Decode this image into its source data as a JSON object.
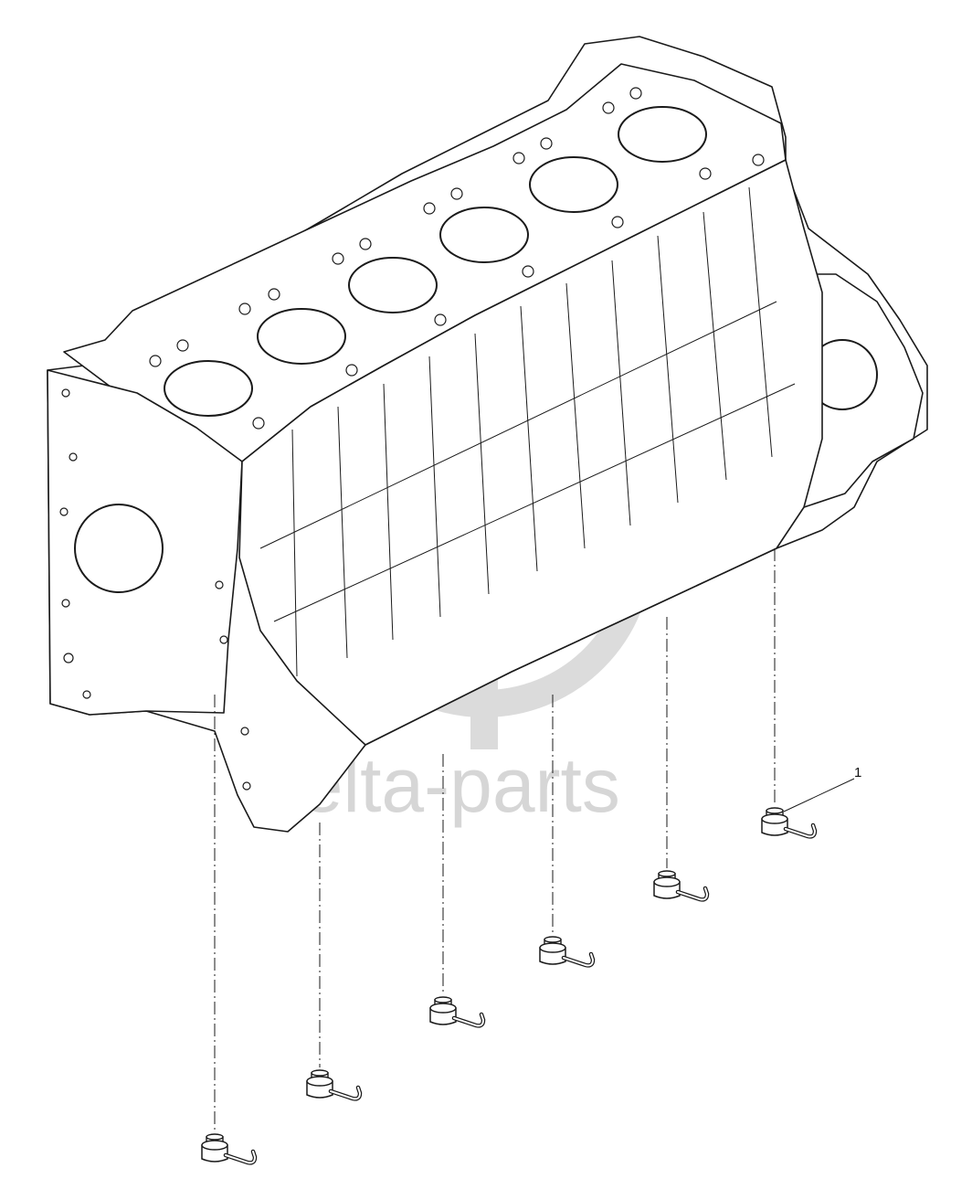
{
  "watermark": {
    "text": "delta-parts",
    "color": "#d2d2d2"
  },
  "callouts": [
    {
      "label": "1"
    }
  ],
  "parts": {
    "engine_block": {
      "icon": "engine-block-icon"
    },
    "piston_cooling_nozzles": {
      "count": 6,
      "icon": "piston-cooling-nozzle-icon"
    }
  }
}
